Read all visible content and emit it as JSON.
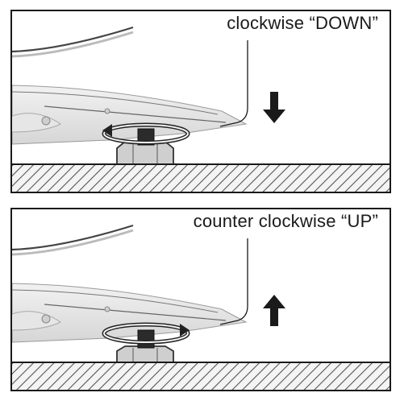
{
  "panels": [
    {
      "id": "down",
      "caption": "clockwise “DOWN”",
      "direction": "down",
      "rotation": "clockwise"
    },
    {
      "id": "up",
      "caption": "counter clockwise “UP”",
      "direction": "up",
      "rotation": "counter-clockwise"
    }
  ],
  "colors": {
    "outline": "#1a1a1a",
    "floor_hatch": "#555555",
    "appliance_shade": "#d9d9d9",
    "appliance_light": "#eeeeee"
  },
  "icons": [
    "arrow-down-icon",
    "arrow-up-icon",
    "rotation-arrow-icon"
  ]
}
